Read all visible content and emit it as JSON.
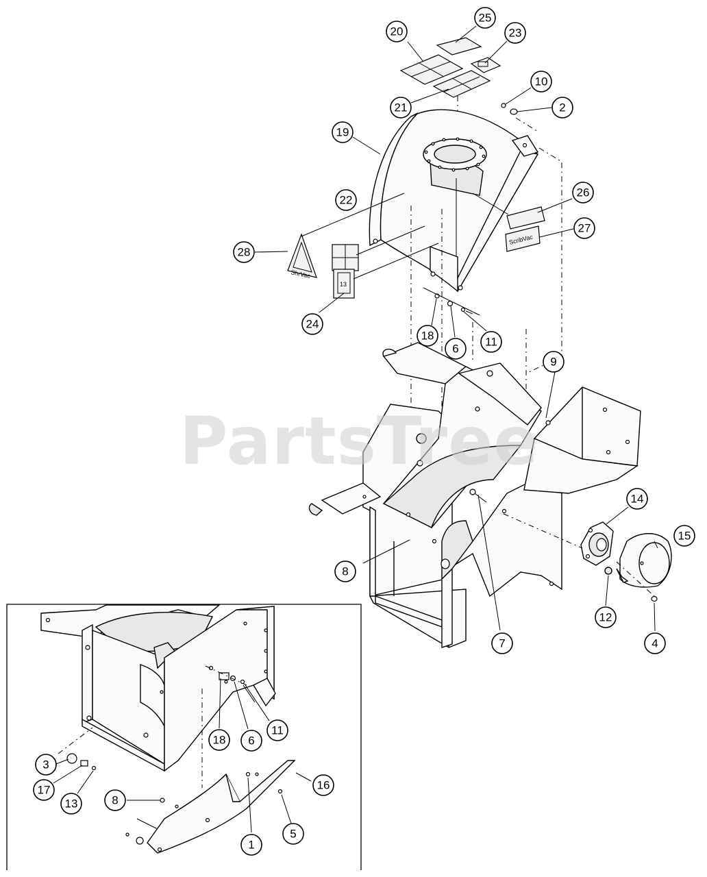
{
  "watermark": "PartsTree",
  "decal_texts": {
    "brand_decal": "ScribVac",
    "triangle_decal": "ShrVac"
  },
  "callouts": [
    {
      "id": "c20",
      "label": "20"
    },
    {
      "id": "c25",
      "label": "25"
    },
    {
      "id": "c23",
      "label": "23"
    },
    {
      "id": "c10",
      "label": "10"
    },
    {
      "id": "c2",
      "label": "2"
    },
    {
      "id": "c21",
      "label": "21"
    },
    {
      "id": "c19",
      "label": "19"
    },
    {
      "id": "c22",
      "label": "22"
    },
    {
      "id": "c26",
      "label": "26"
    },
    {
      "id": "c27",
      "label": "27"
    },
    {
      "id": "c28",
      "label": "28"
    },
    {
      "id": "c24",
      "label": "24"
    },
    {
      "id": "c18a",
      "label": "18"
    },
    {
      "id": "c6a",
      "label": "6"
    },
    {
      "id": "c11a",
      "label": "11"
    },
    {
      "id": "c9",
      "label": "9"
    },
    {
      "id": "c14",
      "label": "14"
    },
    {
      "id": "c15",
      "label": "15"
    },
    {
      "id": "c8a",
      "label": "8"
    },
    {
      "id": "c12",
      "label": "12"
    },
    {
      "id": "c7",
      "label": "7"
    },
    {
      "id": "c4",
      "label": "4"
    },
    {
      "id": "c18b",
      "label": "18"
    },
    {
      "id": "c6b",
      "label": "6"
    },
    {
      "id": "c11b",
      "label": "11"
    },
    {
      "id": "c3",
      "label": "3"
    },
    {
      "id": "c17",
      "label": "17"
    },
    {
      "id": "c13",
      "label": "13"
    },
    {
      "id": "c16",
      "label": "16"
    },
    {
      "id": "c8b",
      "label": "8"
    },
    {
      "id": "c1",
      "label": "1"
    },
    {
      "id": "c5",
      "label": "5"
    }
  ]
}
